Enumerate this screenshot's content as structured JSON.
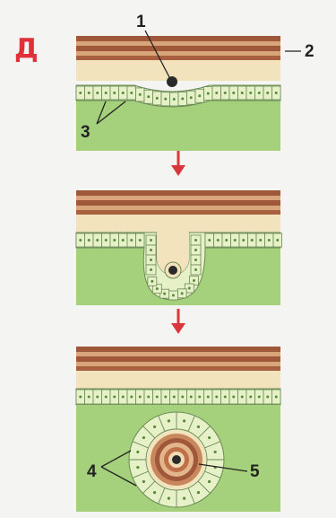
{
  "panel_label": "Д",
  "labels": {
    "pearl_sand_grain": "1",
    "shell_layers": "2",
    "mantle_epithelium": "3",
    "pearl_sac_cells": "4",
    "pearl": "5"
  },
  "colors": {
    "panel_letter": "#e0303a",
    "arrow": "#d9373d",
    "shell_dark": "#a0583b",
    "shell_light": "#d8a57b",
    "shell_pale": "#f3e3bd",
    "epithelium": "#e6f1c8",
    "cell_outline": "#6a8a55",
    "mantle_tissue": "#a5d07c",
    "nucleus": "#5a8a3c",
    "grain": "#2a2a2a"
  },
  "stages": [
    "irritant-enters",
    "epithelium-invaginates",
    "pearl-sac-formed"
  ]
}
